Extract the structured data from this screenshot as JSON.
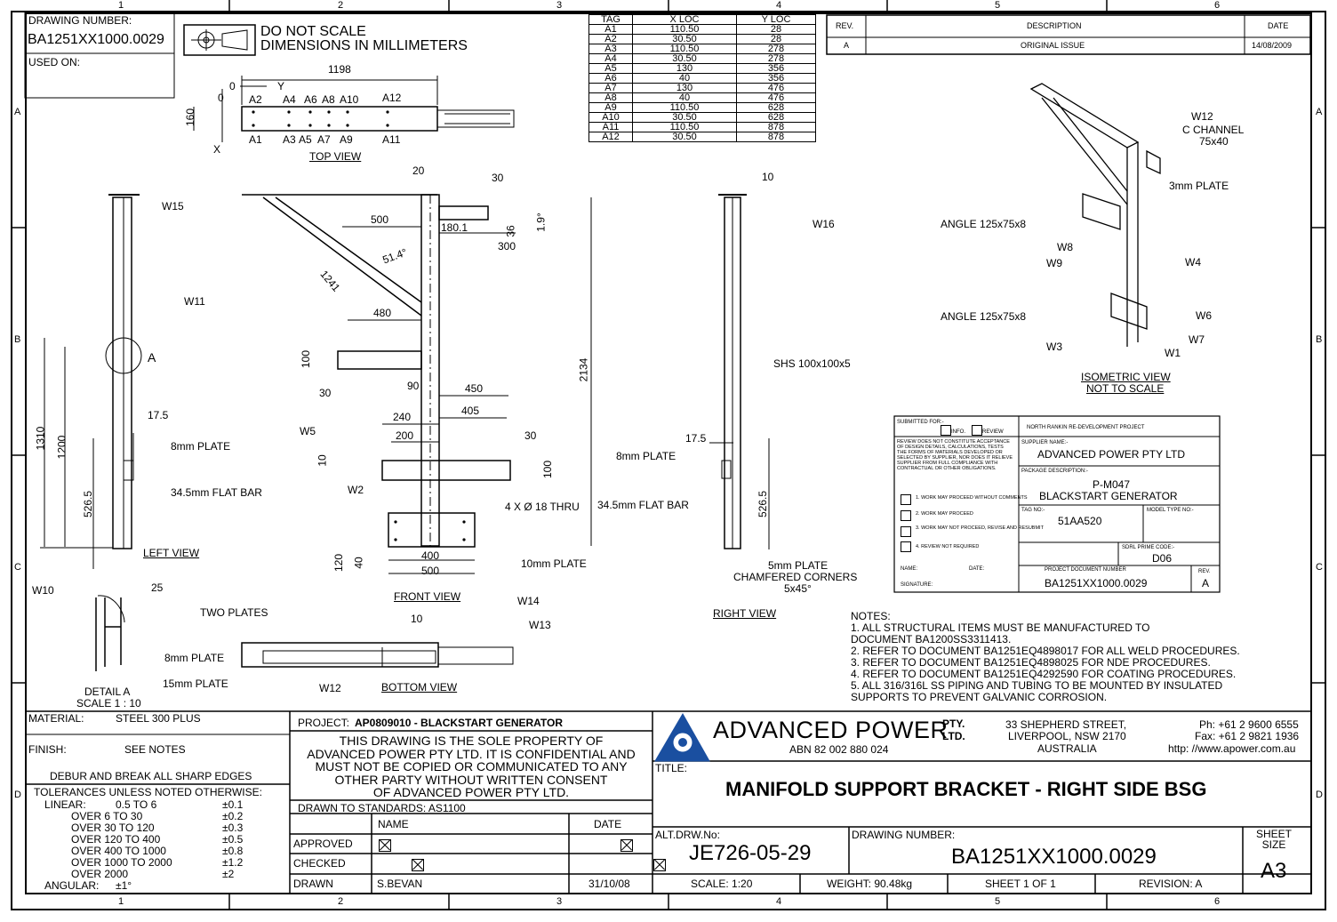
{
  "zones": {
    "columns": [
      "1",
      "2",
      "3",
      "4",
      "5",
      "6"
    ],
    "rows": [
      "A",
      "B",
      "C",
      "D"
    ]
  },
  "top_left": {
    "drawing_number_label": "DRAWING NUMBER:",
    "drawing_number": "BA1251XX1000.0029",
    "used_on_label": "USED ON:"
  },
  "notice": {
    "line1": "DO NOT SCALE",
    "line2": "DIMENSIONS IN MILLIMETERS"
  },
  "tag_table": {
    "headers": [
      "TAG",
      "X LOC",
      "Y LOC"
    ],
    "rows": [
      [
        "A1",
        "110.50",
        "28"
      ],
      [
        "A2",
        "30.50",
        "28"
      ],
      [
        "A3",
        "110.50",
        "278"
      ],
      [
        "A4",
        "30.50",
        "278"
      ],
      [
        "A5",
        "130",
        "356"
      ],
      [
        "A6",
        "40",
        "356"
      ],
      [
        "A7",
        "130",
        "476"
      ],
      [
        "A8",
        "40",
        "476"
      ],
      [
        "A9",
        "110.50",
        "628"
      ],
      [
        "A10",
        "30.50",
        "628"
      ],
      [
        "A11",
        "110.50",
        "878"
      ],
      [
        "A12",
        "30.50",
        "878"
      ]
    ]
  },
  "revision_table": {
    "headers": [
      "REV.",
      "DESCRIPTION",
      "DATE"
    ],
    "rows": [
      [
        "A",
        "ORIGINAL ISSUE",
        "14/08/2009"
      ]
    ]
  },
  "views": {
    "top": "TOP VIEW",
    "left": "LEFT VIEW",
    "front": "FRONT VIEW",
    "right": "RIGHT VIEW",
    "bottom": "BOTTOM VIEW",
    "detail": "DETAIL A",
    "detail_scale": "SCALE 1 : 10",
    "iso": "ISOMETRIC VIEW",
    "iso_note": "NOT TO SCALE"
  },
  "top_view_labels": {
    "dim_1198": "1198",
    "dim_160": "160",
    "zero_y": "0",
    "zero_x": "0",
    "y": "Y",
    "x": "X",
    "a_top": [
      "A2",
      "A4",
      "A6",
      "A8",
      "A10",
      "A12"
    ],
    "a_bottom": [
      "A1",
      "A3",
      "A5",
      "A7",
      "A9",
      "A11"
    ]
  },
  "left_view_labels": {
    "w15": "W15",
    "w11": "W11",
    "detail_a": "A",
    "d17_5": "17.5",
    "plate8": "8mm PLATE",
    "flatbar": "34.5mm FLAT BAR",
    "d1310": "1310",
    "d1200": "1200",
    "d526_5": "526.5"
  },
  "front_view_labels": {
    "d20": "20",
    "d30": "30",
    "d500": "500",
    "d180_1": "180.1",
    "d36": "36",
    "d1_9": "1.9°",
    "d300": "300",
    "d51_4": "51.4°",
    "d1241": "1241",
    "d480": "480",
    "d100": "100",
    "d30b": "30",
    "d90": "90",
    "d2134": "2134",
    "d450": "450",
    "d405": "405",
    "d240": "240",
    "d200": "200",
    "d30c": "30",
    "d10": "10",
    "d100b": "100",
    "w5": "W5",
    "w2": "W2",
    "holes": "4 X Ø 18 THRU",
    "d120": "120",
    "d40": "40",
    "d400": "400",
    "d500b": "500",
    "plate10": "10mm PLATE"
  },
  "right_view_labels": {
    "d10": "10",
    "w16": "W16",
    "shs": "SHS 100x100x5",
    "d17_5": "17.5",
    "plate8": "8mm PLATE",
    "flatbar": "34.5mm FLAT BAR",
    "d526_5": "526.5",
    "plate5": "5mm PLATE",
    "chamfer": "CHAMFERED CORNERS",
    "chamfer_size": "5x45°"
  },
  "iso_labels": {
    "w12": "W12",
    "c_channel": "C CHANNEL",
    "c_size": "75x40",
    "plate3": "3mm PLATE",
    "angle1": "ANGLE 125x75x8",
    "w8": "W8",
    "w9": "W9",
    "w4": "W4",
    "angle2": "ANGLE 125x75x8",
    "w6": "W6",
    "w7": "W7",
    "w3": "W3",
    "w1": "W1"
  },
  "detail_labels": {
    "w10": "W10",
    "d25": "25",
    "two_plates": "TWO PLATES",
    "plate8": "8mm PLATE",
    "plate15": "15mm PLATE"
  },
  "bottom_view_labels": {
    "d10": "10",
    "w14": "W14",
    "w13": "W13",
    "w12": "W12"
  },
  "submission": {
    "submitted_for": "SUBMITTED FOR:-",
    "info": "INFO.",
    "review": "REVIEW",
    "project": "NORTH RANKIN RE-DEVELOPMENT PROJECT",
    "disclaimer": "REVIEW DOES NOT CONSTITUTE ACCEPTANCE OF DESIGN DETAILS, CALCULATIONS, TESTS THE FORMS OF MATERIALS DEVELOPED OR SELECTED BY SUPPLIER, NOR DOES IT RELIEVE SUPPLIER FROM FULL COMPLIANCE WITH CONTRACTUAL OR OTHER OBLIGATIONS.",
    "options": [
      "1. WORK MAY PROCEED WITHOUT COMMENTS",
      "2. WORK MAY PROCEED",
      "3. WORK MAY NOT PROCEED, REVISE AND RESUBMIT",
      "4. REVIEW NOT REQUIRED"
    ],
    "name_label": "NAME:",
    "date_label": "DATE:",
    "signature_label": "SIGNATURE:",
    "supplier_name_label": "SUPPLIER NAME:-",
    "supplier_name": "ADVANCED POWER PTY LTD",
    "package_label": "PACKAGE DESCRIPTION:-",
    "package_code": "P-M047",
    "package_desc": "BLACKSTART GENERATOR",
    "tag_no_label": "TAG NO:-",
    "tag_no": "51AA520",
    "model_label": "MODEL TYPE NO:-",
    "sdrl_label": "SDRL PRIME CODE:-",
    "sdrl": "D06",
    "doc_no_label": "PROJECT DOCUMENT NUMBER",
    "doc_no": "BA1251XX1000.0029",
    "rev_label": "REV.",
    "rev": "A"
  },
  "notes": {
    "heading": "NOTES:",
    "lines": [
      "1. ALL STRUCTURAL ITEMS MUST BE MANUFACTURED TO",
      "DOCUMENT BA1200SS3311413.",
      "2. REFER TO DOCUMENT BA1251EQ4898017 FOR ALL WELD PROCEDURES.",
      "3. REFER TO DOCUMENT BA1251EQ4898025 FOR NDE PROCEDURES.",
      "4. REFER TO DOCUMENT BA1251EQ4292590 FOR COATING PROCEDURES.",
      "5. ALL 316/316L SS PIPING AND TUBING TO BE MOUNTED BY INSULATED",
      "SUPPORTS TO PREVENT GALVANIC CORROSION."
    ]
  },
  "title_block": {
    "material_label": "MATERIAL:",
    "material": "STEEL 300 PLUS",
    "finish_label": "FINISH:",
    "finish": "SEE NOTES",
    "debur": "DEBUR AND BREAK ALL SHARP EDGES",
    "tol_heading": "TOLERANCES UNLESS NOTED OTHERWISE:",
    "linear_label": "LINEAR:",
    "tolerances": [
      [
        "0.5  TO   6",
        "±0.1"
      ],
      [
        "OVER    6  TO   30",
        "±0.2"
      ],
      [
        "OVER   30  TO  120",
        "±0.3"
      ],
      [
        "OVER  120  TO  400",
        "±0.5"
      ],
      [
        "OVER  400  TO  1000",
        "±0.8"
      ],
      [
        "OVER  1000  TO   2000",
        "±1.2"
      ],
      [
        "OVER  2000",
        "±2"
      ]
    ],
    "angular_label": "ANGULAR:",
    "angular": "±1°",
    "project_label": "PROJECT:",
    "project": "AP0809010 - BLACKSTART GENERATOR",
    "property_text": [
      "THIS DRAWING IS THE SOLE PROPERTY OF",
      "ADVANCED POWER PTY LTD.  IT IS CONFIDENTIAL AND",
      "MUST NOT BE COPIED OR COMMUNICATED TO ANY",
      "OTHER PARTY WITHOUT WRITTEN CONSENT",
      "OF ADVANCED POWER PTY LTD."
    ],
    "standards": "DRAWN TO STANDARDS: AS1100",
    "name_col": "NAME",
    "date_col": "DATE",
    "approved": "APPROVED",
    "checked": "CHECKED",
    "drawn": "DRAWN",
    "drawn_name": "S.BEVAN",
    "drawn_date": "31/10/08",
    "company": "ADVANCED POWER",
    "pty": "PTY.",
    "ltd": "LTD.",
    "abn": "ABN 82 002  880 024",
    "address": [
      "33 SHEPHERD STREET,",
      "LIVERPOOL, NSW 2170",
      "AUSTRALIA"
    ],
    "phone": "Ph: +61 2 9600 6555",
    "fax": "Fax: +61 2 9821 1936",
    "web": "http: //www.apower.com.au",
    "title_label": "TITLE:",
    "title": "MANIFOLD SUPPORT BRACKET - RIGHT SIDE BSG",
    "alt_drw_label": "ALT.DRW.No:",
    "alt_drw": "JE726-05-29",
    "drawing_number_label": "DRAWING NUMBER:",
    "drawing_number": "BA1251XX1000.0029",
    "sheet_size_label": "SHEET SIZE",
    "sheet_size": "A3",
    "scale": "SCALE:  1:20",
    "weight": "WEIGHT: 90.48kg",
    "sheet": "SHEET 1 OF 1",
    "revision": "REVISION: A"
  }
}
